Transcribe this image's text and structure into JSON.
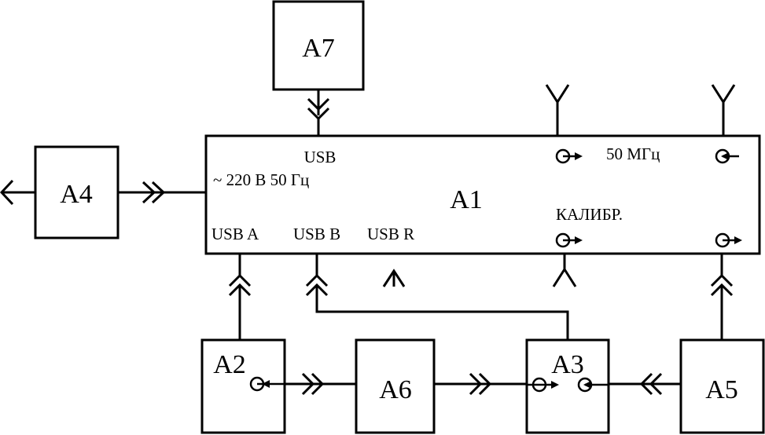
{
  "blocks": {
    "a1": "A1",
    "a2": "A2",
    "a3": "A3",
    "a4": "A4",
    "a5": "A5",
    "a6": "A6",
    "a7": "A7"
  },
  "a1_labels": {
    "usb_top": "USB",
    "mains": "~ 220 В 50 Гц",
    "freq": "50 МГц",
    "calib": "КАЛИБР.",
    "usb_a": "USB A",
    "usb_b": "USB B",
    "usb_r": "USB R"
  }
}
